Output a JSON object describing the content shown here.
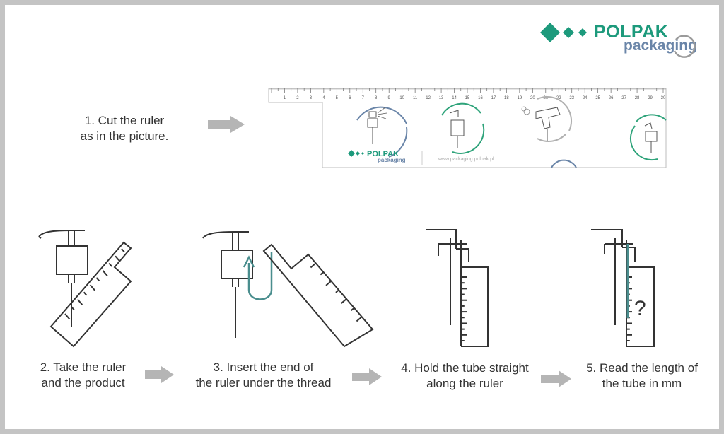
{
  "logo": {
    "name": "POLPAK",
    "sub": "packaging",
    "brand_green": "#1d9a7c",
    "brand_blue": "#6a85a8",
    "brand_grey": "#9a9a9a"
  },
  "ruler": {
    "ticks": [
      "1",
      "2",
      "3",
      "4",
      "5",
      "6",
      "7",
      "8",
      "9",
      "10",
      "11",
      "12",
      "13",
      "14",
      "15",
      "16",
      "17",
      "18",
      "19",
      "20",
      "21",
      "22",
      "23",
      "24",
      "25",
      "26",
      "27",
      "28",
      "29",
      "30"
    ],
    "logo_name": "POLPAK",
    "logo_sub": "packaging",
    "url": "www.packaging.polpak.pl",
    "icons": [
      "spray-pump-icon",
      "dispenser-pump-icon",
      "trigger-sprayer-icon",
      "lotion-pump-icon"
    ]
  },
  "steps": {
    "s1": {
      "line1": "1. Cut the ruler",
      "line2": "as in the picture."
    },
    "s2": {
      "line1": "2. Take the ruler",
      "line2": "and the product"
    },
    "s3": {
      "line1": "3. Insert the end of",
      "line2": "the ruler under the thread"
    },
    "s4": {
      "line1": "4. Hold the tube straight",
      "line2": "along the ruler"
    },
    "s5": {
      "line1": "5. Read the length of",
      "line2": "the tube in mm"
    }
  },
  "question_mark": "?",
  "colors": {
    "line": "#333333",
    "teal": "#4a8e8e",
    "arrow": "#b5b5b5",
    "green": "#2ea37a",
    "blue": "#6a85a8"
  }
}
